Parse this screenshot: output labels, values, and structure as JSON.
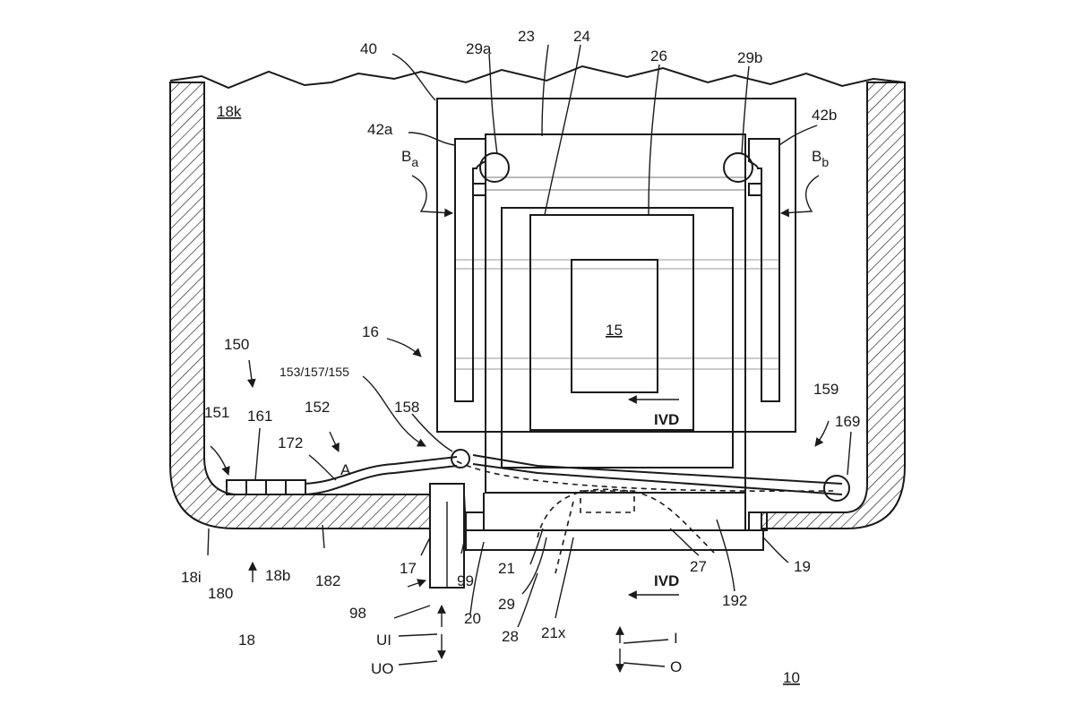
{
  "colors": {
    "ink": "#1a1a1a",
    "background": "#ffffff"
  },
  "labels": {
    "l40": "40",
    "l29a": "29a",
    "l23": "23",
    "l24": "24",
    "l26": "26",
    "l29b": "29b",
    "l18k": "18k",
    "l42a": "42a",
    "l42b": "42b",
    "lBa": "B",
    "lBa_sub": "a",
    "lBb": "B",
    "lBb_sub": "b",
    "l15": "15",
    "l16": "16",
    "l150": "150",
    "l153": "153/157/155",
    "l152": "152",
    "l151": "151",
    "l161": "161",
    "l172": "172",
    "lA": "A",
    "l158": "158",
    "l159": "159",
    "l169": "169",
    "lIVD1": "IVD",
    "lIVD2": "IVD",
    "l18i": "18i",
    "l180": "180",
    "l18b": "18b",
    "l182": "182",
    "l17": "17",
    "l99": "99",
    "l21": "21",
    "l27": "27",
    "l19": "19",
    "l29": "29",
    "l192": "192",
    "l98": "98",
    "l20": "20",
    "l28": "28",
    "l21x": "21x",
    "l18": "18",
    "lUI": "UI",
    "lUO": "UO",
    "lI": "I",
    "lO": "O",
    "l10": "10"
  }
}
